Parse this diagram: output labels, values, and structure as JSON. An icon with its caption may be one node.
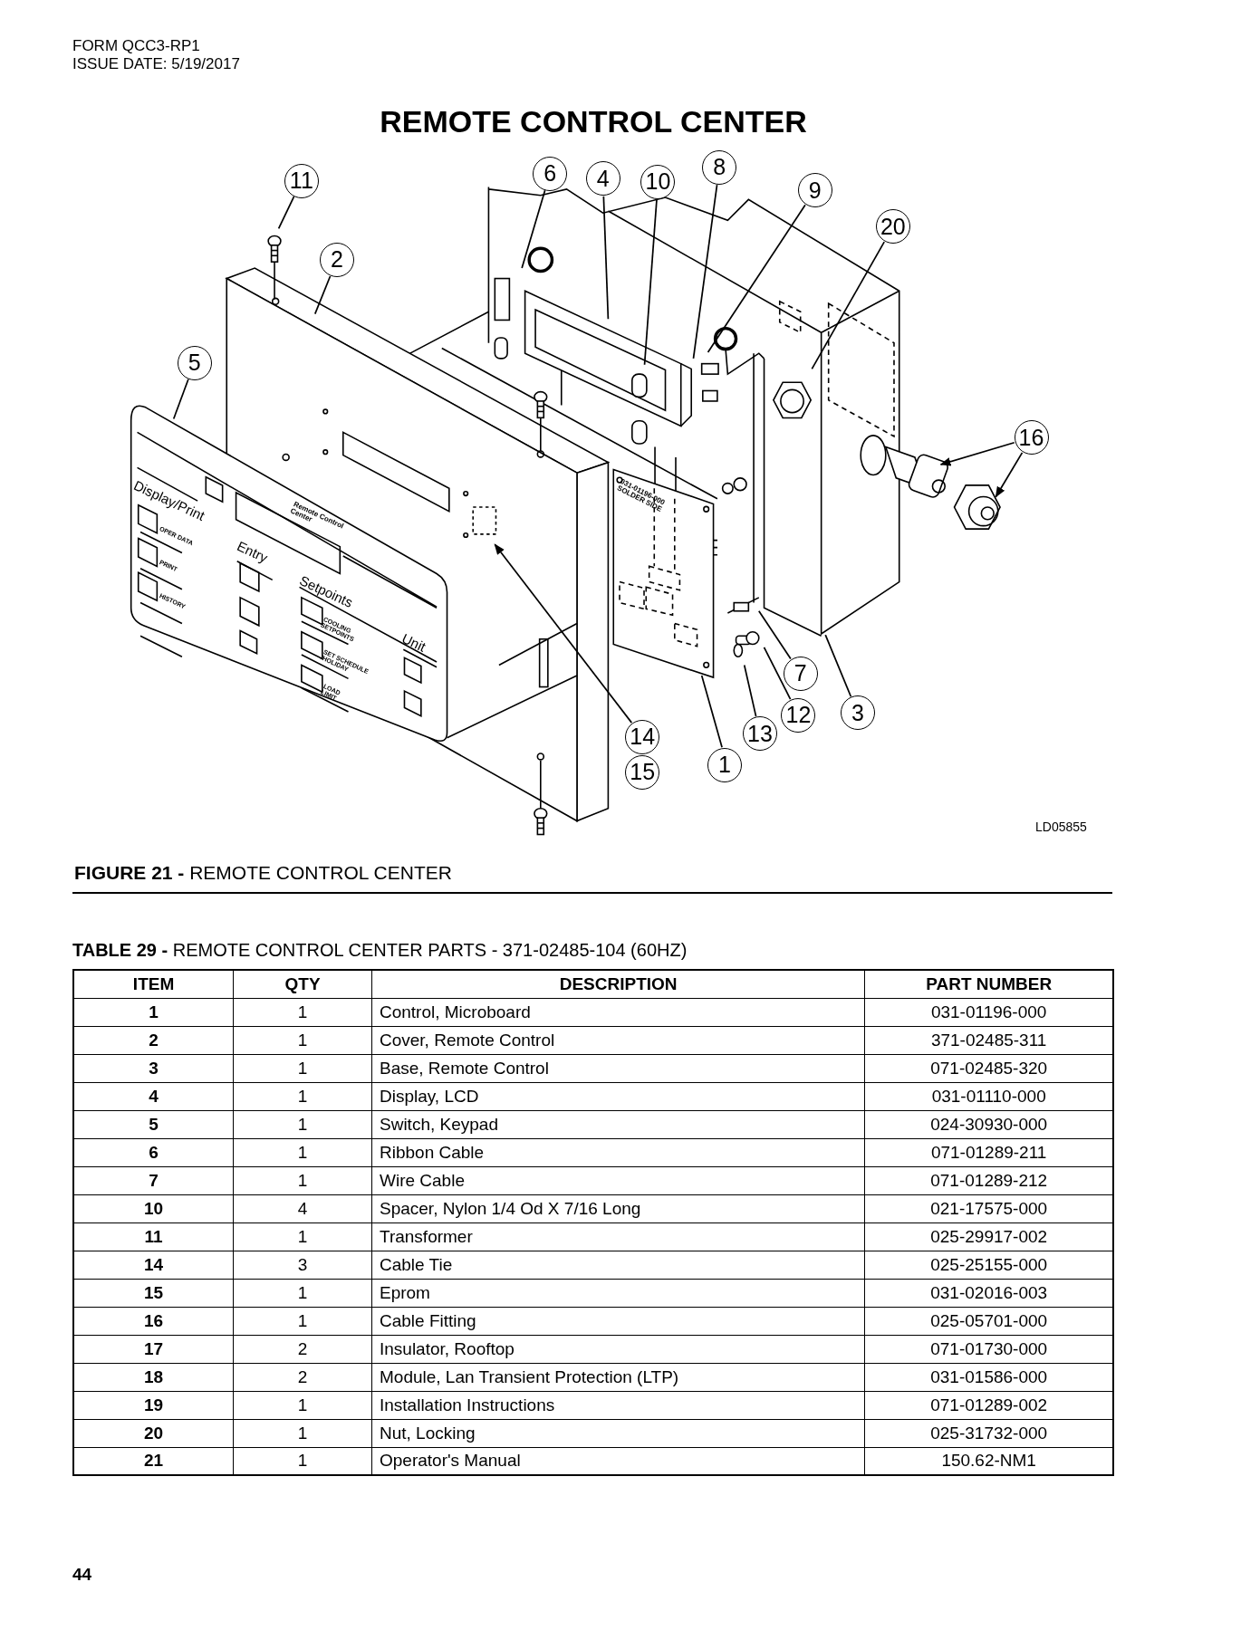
{
  "diagram": {
    "title": "REMOTE CONTROL CENTER",
    "caption": "**FIGURE 21 -** REMOTE CONTROL CENTER",
    "nodes": [
      {
        "text": [
          "11"
        ]
      },
      {
        "text": [
          "6"
        ]
      },
      {
        "text": [
          "4"
        ]
      },
      {
        "text": [
          "10"
        ]
      },
      {
        "text": [
          "8"
        ]
      },
      {
        "text": [
          "9"
        ]
      },
      {
        "text": [
          "20"
        ]
      },
      {
        "text": [
          "2"
        ]
      },
      {
        "text": [
          "5"
        ]
      },
      {
        "text": [
          "16"
        ]
      },
      {
        "text": [
          "7"
        ]
      },
      {
        "text": [
          "12"
        ]
      },
      {
        "text": [
          "3"
        ]
      },
      {
        "text": [
          "13"
        ]
      },
      {
        "text": [
          "14"
        ]
      },
      {
        "text": [
          "15"
        ]
      },
      {
        "text": [
          "1"
        ]
      },
      {
        "text": [
          "031-01196-000 SOLDER SIDE"
        ]
      }
    ],
    "edges": [
      {
        "from": 0,
        "to": null,
        "arrow": "none"
      },
      {
        "from": 1,
        "to": null,
        "arrow": "none"
      },
      {
        "from": 2,
        "to": null,
        "arrow": "none"
      },
      {
        "from": 3,
        "to": null,
        "arrow": "none"
      },
      {
        "from": 4,
        "to": null,
        "arrow": "none"
      },
      {
        "from": 5,
        "to": null,
        "arrow": "none"
      },
      {
        "from": 6,
        "to": null,
        "arrow": "none"
      },
      {
        "from": 7,
        "to": null,
        "arrow": "none"
      },
      {
        "from": 8,
        "to": null,
        "arrow": "none"
      },
      {
        "from": 9,
        "to": null,
        "arrow": "to"
      },
      {
        "from": 9,
        "to": null,
        "arrow": "to"
      },
      {
        "from": 10,
        "to": null,
        "arrow": "none"
      },
      {
        "from": 11,
        "to": null,
        "arrow": "none"
      },
      {
        "from": 12,
        "to": null,
        "arrow": "none"
      },
      {
        "from": 13,
        "to": null,
        "arrow": "none"
      },
      {
        "from": 14,
        "to": null,
        "arrow": "to"
      },
      {
        "from": 16,
        "to": 17,
        "arrow": "none"
      }
    ],
    "labels": [
      "FORM QCC3-RP1",
      "ISSUE DATE: 5/19/2017",
      "Display/Print",
      "Remote Control Center",
      "OPER DATA",
      "Entry",
      "PRINT",
      "Setpoints",
      "HISTORY",
      "COOLING SETPOINTS",
      "Unit",
      "SET SCHEDULE /HOLIDAY",
      "LOAD LIMIT",
      "LD05855",
      "**TABLE 29 -** REMOTE CONTROL CENTER PARTS - 371-02485-104 (60HZ)",
      "ITEM",
      "QTY",
      "DESCRIPTION",
      "PART NUMBER",
      "1",
      "1",
      "Control, Microboard",
      "031-01196-000",
      "2",
      "1",
      "Cover, Remote Control",
      "371-02485-311",
      "3",
      "1",
      "Base, Remote Control",
      "071-02485-320",
      "4",
      "1",
      "Display, LCD",
      "031-01110-000",
      "5",
      "1",
      "Switch, Keypad",
      "024-30930-000",
      "6",
      "1",
      "Ribbon Cable",
      "071-01289-211",
      "7",
      "1",
      "Wire Cable",
      "071-01289-212",
      "10",
      "4",
      "Spacer, Nylon 1/4 Od X 7/16 Long",
      "021-17575-000",
      "11",
      "1",
      "Transformer",
      "025-29917-002",
      "14",
      "3",
      "Cable Tie",
      "025-25155-000",
      "15",
      "1",
      "Eprom",
      "031-02016-003",
      "16",
      "1",
      "Cable Fitting",
      "025-05701-000",
      "17",
      "2",
      "Insulator, Rooftop",
      "071-01730-000",
      "18",
      "2",
      "Module, Lan Transient Protection (LTP)",
      "031-01586-000",
      "19",
      "1",
      "Installation Instructions",
      "071-01289-002",
      "20",
      "1",
      "Nut, Locking",
      "025-31732-000",
      "21",
      "1",
      "Operator's Manual",
      "150.62-NM1",
      "44"
    ]
  }
}
